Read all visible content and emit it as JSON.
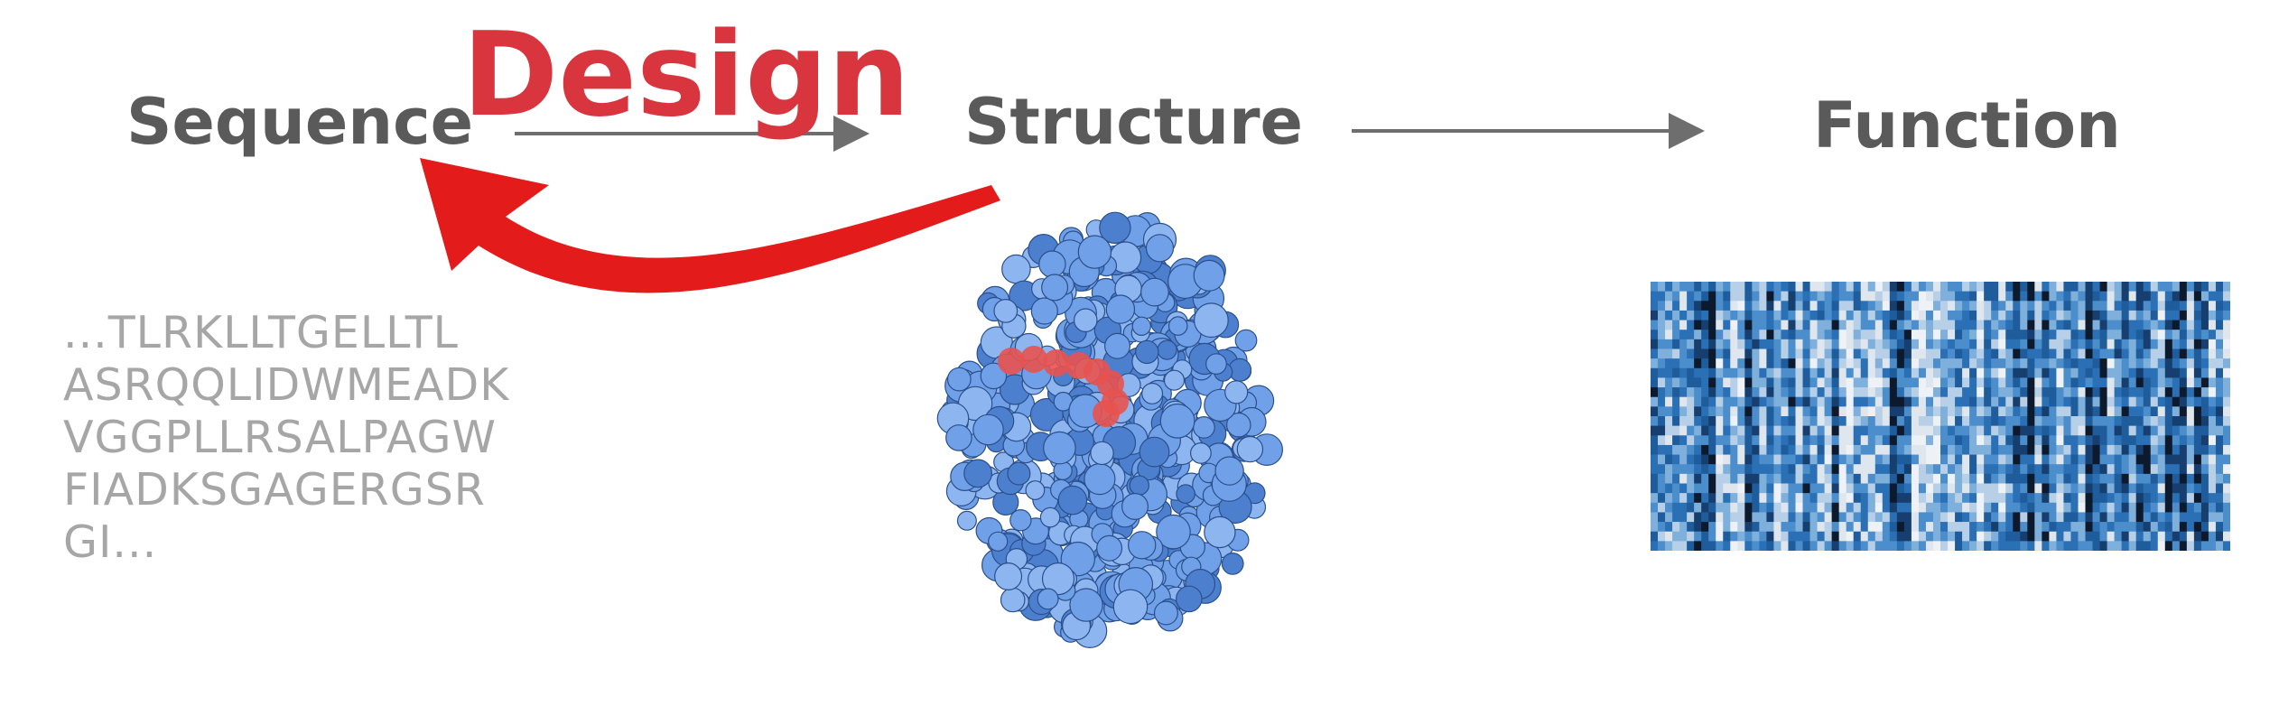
{
  "labels": {
    "sequence": "Sequence",
    "structure": "Structure",
    "function": "Function",
    "design": "Design"
  },
  "sequence_lines": [
    "...TLRKLLTGELLTL",
    "ASRQQLIDWMEADK",
    "VGGPLLRSALPAGW",
    "FIADKSGAGERGSR",
    "GI..."
  ],
  "colors": {
    "label": "#5a5a5a",
    "design_text": "#d9353e",
    "design_arrow": "#e31b1b",
    "flow_arrow": "#6e6e6e",
    "sequence_text": "#a6a6a6",
    "protein": "#6fa0e8",
    "ligand": "#e8524f",
    "heatmap_dark": "#0d1a2e",
    "heatmap_blue": "#2b70b5",
    "heatmap_light": "#dfe6ee"
  },
  "icons": {
    "protein": "protein-structure-icon",
    "heatmap": "function-heatmap-icon"
  }
}
